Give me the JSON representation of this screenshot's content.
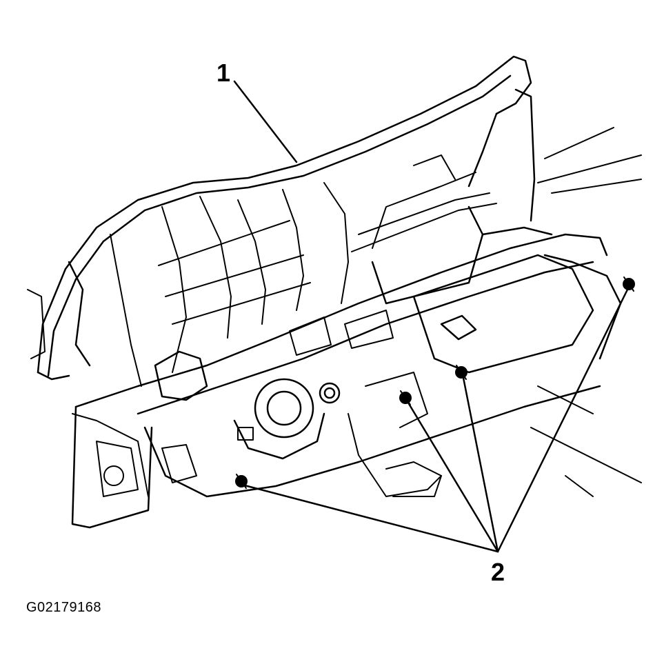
{
  "diagram": {
    "callouts": [
      {
        "id": "1",
        "label": "1"
      },
      {
        "id": "2",
        "label": "2"
      }
    ],
    "figure_id": "G02179168",
    "colors": {
      "ink": "#000000",
      "paper": "#ffffff"
    }
  }
}
